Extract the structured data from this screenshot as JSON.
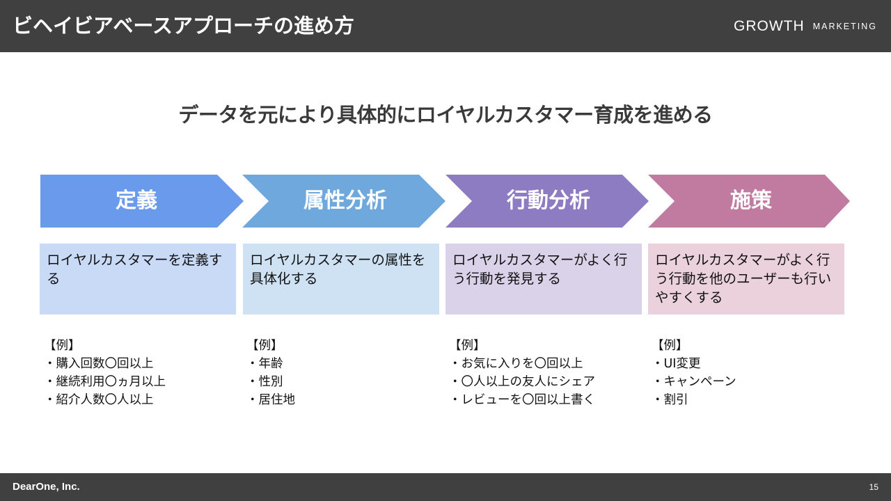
{
  "header": {
    "title": "ビヘイビアベースアプローチの進め方",
    "logo": {
      "brand": "GROWTH",
      "sub": "MARKETING"
    }
  },
  "subtitle": "データを元により具体的にロイヤルカスタマー育成を進める",
  "steps": [
    {
      "label": "定義",
      "color": "#6A9AEC",
      "box_color": "#C9DAF6",
      "description": "ロイヤルカスタマーを定義する",
      "example_heading": "【例】",
      "examples": [
        "・購入回数〇回以上",
        "・継続利用〇ヵ月以上",
        "・紹介人数〇人以上"
      ]
    },
    {
      "label": "属性分析",
      "color": "#6FA8DC",
      "box_color": "#CFE2F3",
      "description": "ロイヤルカスタマーの属性を具体化する",
      "example_heading": "【例】",
      "examples": [
        "・年齢",
        "・性別",
        "・居住地"
      ]
    },
    {
      "label": "行動分析",
      "color": "#8E7CC3",
      "box_color": "#D9D2E9",
      "description": "ロイヤルカスタマーがよく行う行動を発見する",
      "example_heading": "【例】",
      "examples": [
        "・お気に入りを〇回以上",
        "・〇人以上の友人にシェア",
        "・レビューを〇回以上書く"
      ]
    },
    {
      "label": "施策",
      "color": "#C27BA0",
      "box_color": "#EAD1DC",
      "description": "ロイヤルカスタマーがよく行う行動を他のユーザーも行いやすくする",
      "example_heading": "【例】",
      "examples": [
        "・UI変更",
        "・キャンペーン",
        "・割引"
      ]
    }
  ],
  "footer": {
    "company": "DearOne, Inc.",
    "page": "15"
  }
}
